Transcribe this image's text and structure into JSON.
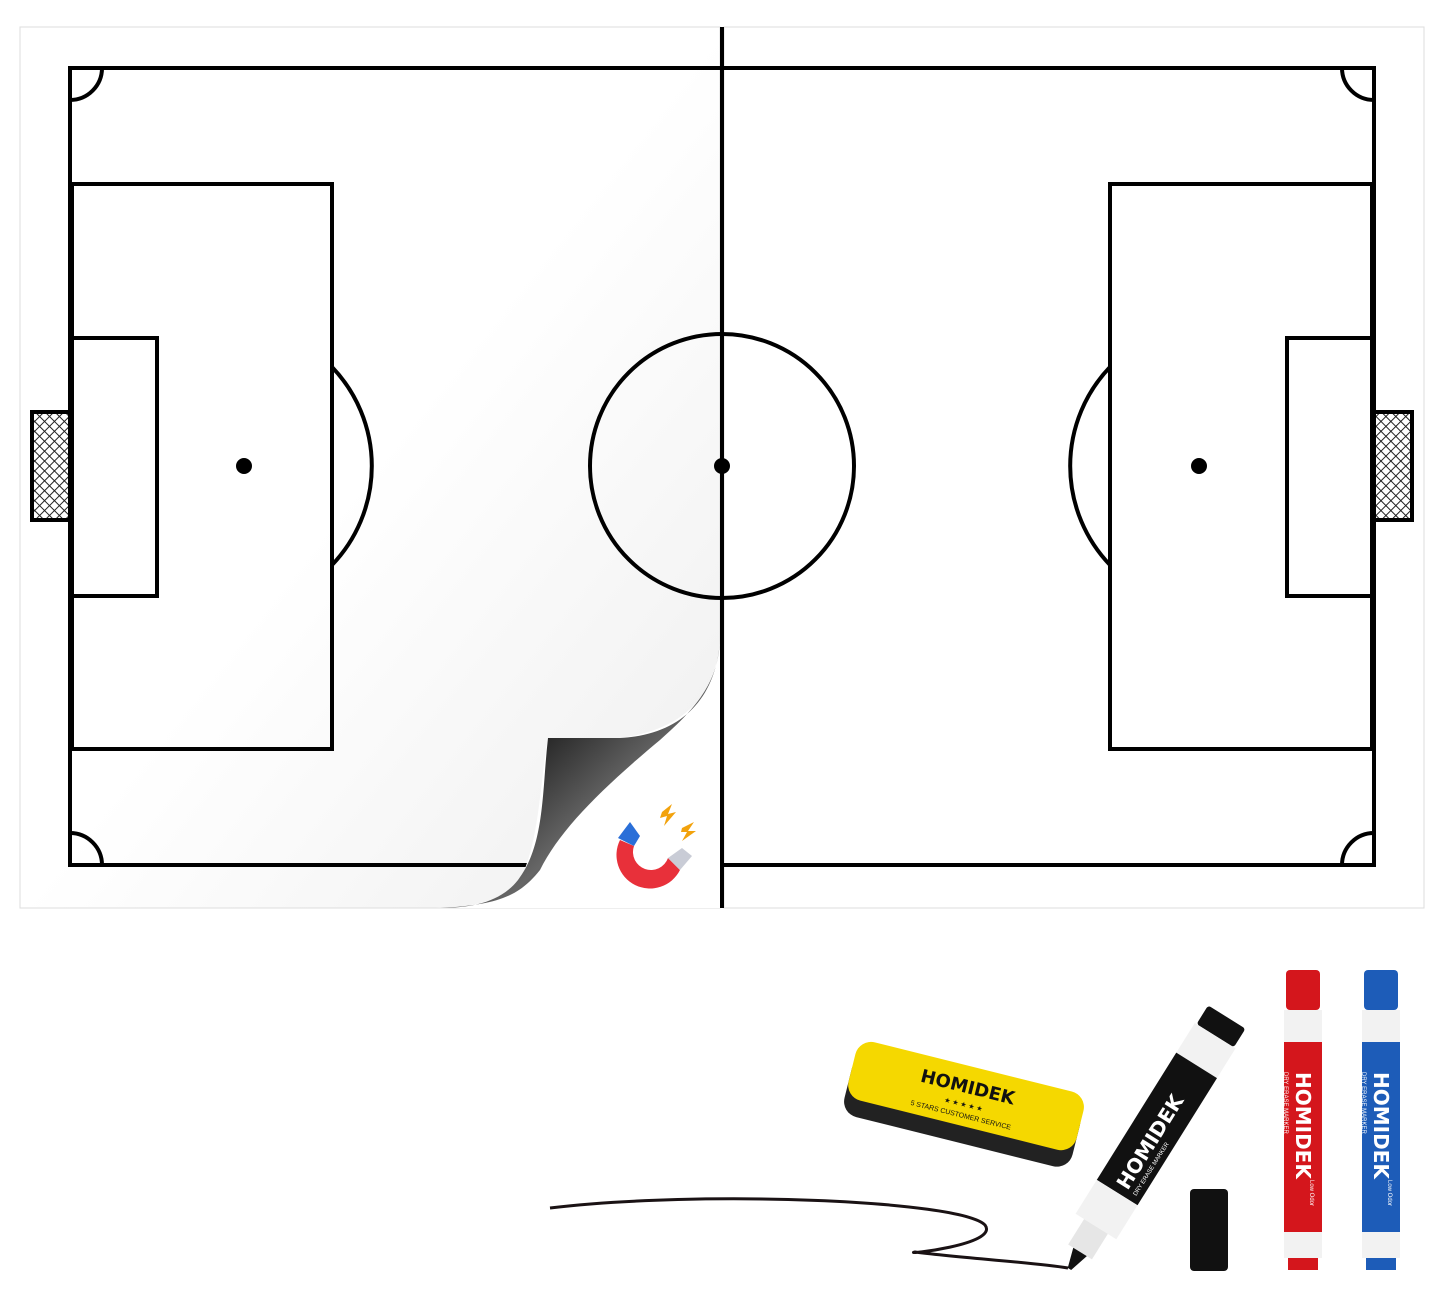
{
  "product": {
    "brand": "HOMIDEK",
    "marker_label": "DRY ERASE MARKER",
    "low_odor": "Low Odor",
    "eraser_service": "5 STARS CUSTOMER SERVICE",
    "eraser_stars": "★ ★ ★ ★ ★"
  },
  "colors": {
    "pitch_line": "#000000",
    "board": "#ffffff",
    "eraser_yellow": "#f5d800",
    "marker_black": "#111111",
    "marker_red": "#d4161c",
    "marker_blue": "#1d5cb8",
    "magnet_red": "#e8303a",
    "magnet_blue": "#2a6fd8",
    "spark": "#f2a20c"
  },
  "icons": [
    "magnet-icon"
  ]
}
